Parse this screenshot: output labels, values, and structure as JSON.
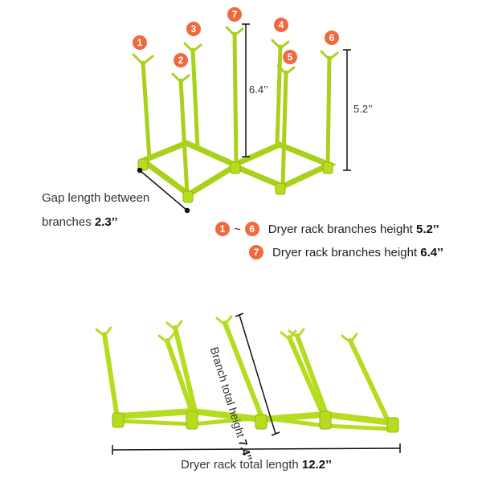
{
  "markers": [
    "1",
    "2",
    "3",
    "7",
    "4",
    "5",
    "6"
  ],
  "dims": {
    "top_center_height": "6.4’’",
    "top_right_height": "5.2’’"
  },
  "gap": {
    "line1": "Gap length between",
    "line2_prefix": "branches ",
    "value": "2.3’’"
  },
  "legend": [
    {
      "from": "1",
      "sep": "~",
      "to": "6",
      "text": "Dryer rack branches height ",
      "value": "5.2’’"
    },
    {
      "from": "7",
      "text": "Dryer rack branches height ",
      "value": "6.4’’"
    }
  ],
  "bottom": {
    "branch_label": "Branch total height ",
    "branch_value": "7.4’’",
    "length_label": "Dryer rack total length ",
    "length_value": "12.2’’"
  },
  "colors": {
    "rack_green": "#b5dc1e",
    "rack_dark": "#8fb80e",
    "badge": "#ef6a3e"
  }
}
